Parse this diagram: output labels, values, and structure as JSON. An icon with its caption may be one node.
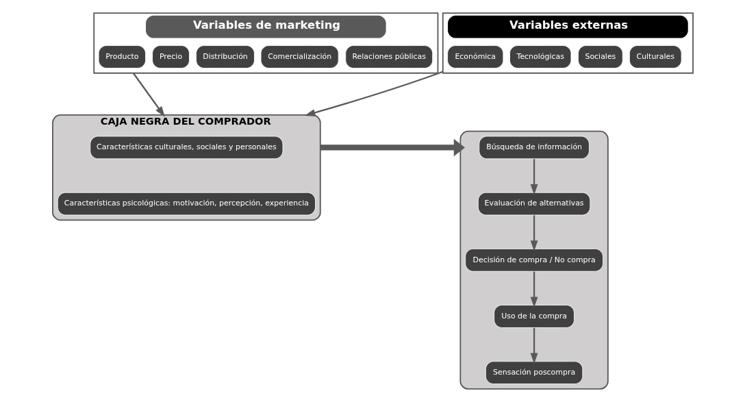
{
  "diagram": {
    "nodes": [
      {
        "text": [
          "Variables de marketing"
        ]
      },
      {
        "text": [
          "Producto"
        ],
        "in": 0
      },
      {
        "text": [
          "Precio"
        ],
        "in": 0
      },
      {
        "text": [
          "Distribución"
        ],
        "in": 0
      },
      {
        "text": [
          "Comercialización"
        ],
        "in": 0
      },
      {
        "text": [
          "Relaciones públicas"
        ],
        "in": 0
      },
      {
        "text": [
          "Variables externas"
        ]
      },
      {
        "text": [
          "Económica"
        ],
        "in": 6
      },
      {
        "text": [
          "Tecnológicas"
        ],
        "in": 6
      },
      {
        "text": [
          "Sociales"
        ],
        "in": 6
      },
      {
        "text": [
          "Culturales"
        ],
        "in": 6
      },
      {
        "text": [
          "CAJA NEGRA DEL COMPRADOR"
        ]
      },
      {
        "text": [
          "Características culturales, sociales y personales"
        ],
        "in": 11
      },
      {
        "text": [
          "Características psicológicas: motivación, percepción, experiencia"
        ],
        "in": 11
      },
      {
        "text": [],
        "shape": "box"
      },
      {
        "text": [
          "Búsqueda de información"
        ],
        "in": 14
      },
      {
        "text": [
          "Evaluación de alternativas"
        ],
        "in": 14
      },
      {
        "text": [
          "Decisión de compra / No compra"
        ],
        "in": 14
      },
      {
        "text": [
          "Uso de la compra"
        ],
        "in": 14
      },
      {
        "text": [
          "Sensación poscompra"
        ],
        "in": 14
      }
    ],
    "edges": [
      {
        "from": 0,
        "to": 11,
        "arrow": "to"
      },
      {
        "from": 6,
        "to": 11,
        "arrow": "to"
      },
      {
        "from": 11,
        "to": 14,
        "arrow": "to",
        "style": "thick"
      },
      {
        "from": 15,
        "to": 16,
        "arrow": "to"
      },
      {
        "from": 16,
        "to": 17,
        "arrow": "to"
      },
      {
        "from": 17,
        "to": 18,
        "arrow": "to"
      },
      {
        "from": 18,
        "to": 19,
        "arrow": "to"
      }
    ]
  }
}
